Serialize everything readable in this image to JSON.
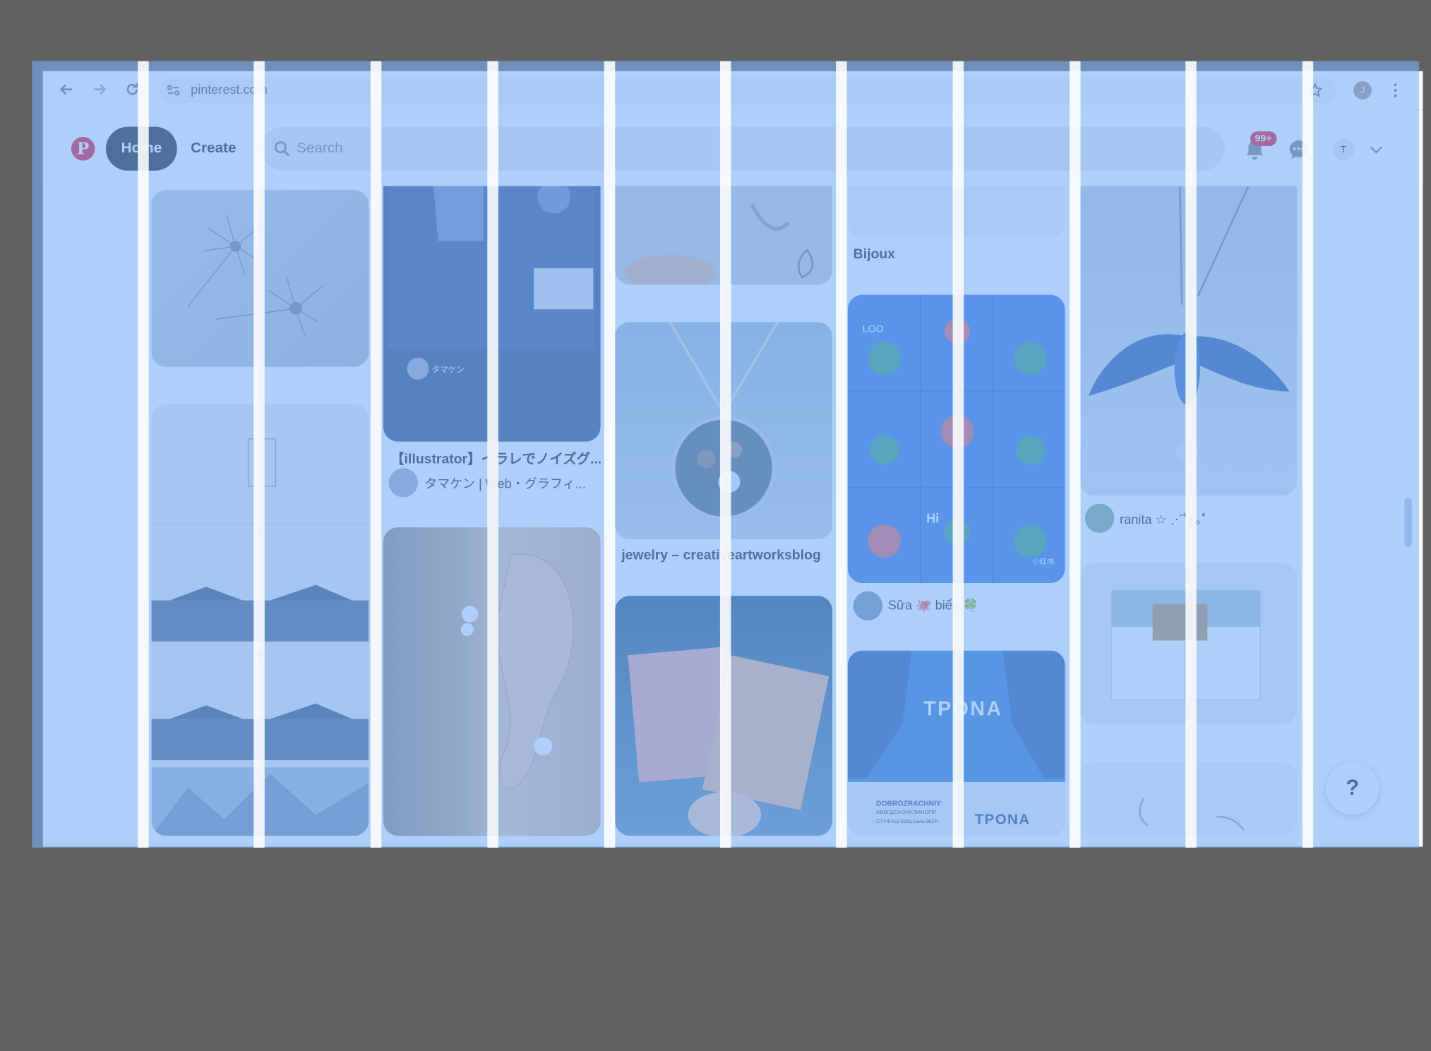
{
  "browser": {
    "url": "pinterest.com",
    "profile_initial": "J"
  },
  "header": {
    "home_label": "Home",
    "create_label": "Create",
    "search_placeholder": "Search",
    "notification_badge": "99+",
    "account_initial": "T"
  },
  "pins": {
    "col2_pin1": {
      "title": "【illustrator】イラレでノイズグ...",
      "author": "タマケン | Web・グラフィ...",
      "image_watermark": "タマケン"
    },
    "col3_pin1": {
      "title": "jewelry – creativeartworksblog"
    },
    "col4_pin1": {
      "title": "Bijoux"
    },
    "col4_pin2": {
      "author": "Sữa 🐙 biển 🍀",
      "image_text_1": "LOO",
      "image_text_2": "Hi",
      "image_text_3": "小红书"
    },
    "col4_pin3": {
      "image_title": "TPONA",
      "image_sub_1": "DOBROZRACHNIY",
      "image_sub_2": "ABBГДЕЖЗИКЛМНОПР",
      "image_sub_3": "СТУФХЦЧШЩЪЫЬЭЮЯ",
      "image_sub_4": "TPONA"
    },
    "col5_pin1": {
      "author": "ranita ☆ ⋰˚⋆｡˚"
    }
  },
  "help_label": "?",
  "colors": {
    "pinterest_red": "#e60023",
    "overlay_blue": "#78aff5",
    "home_button": "#111111"
  }
}
